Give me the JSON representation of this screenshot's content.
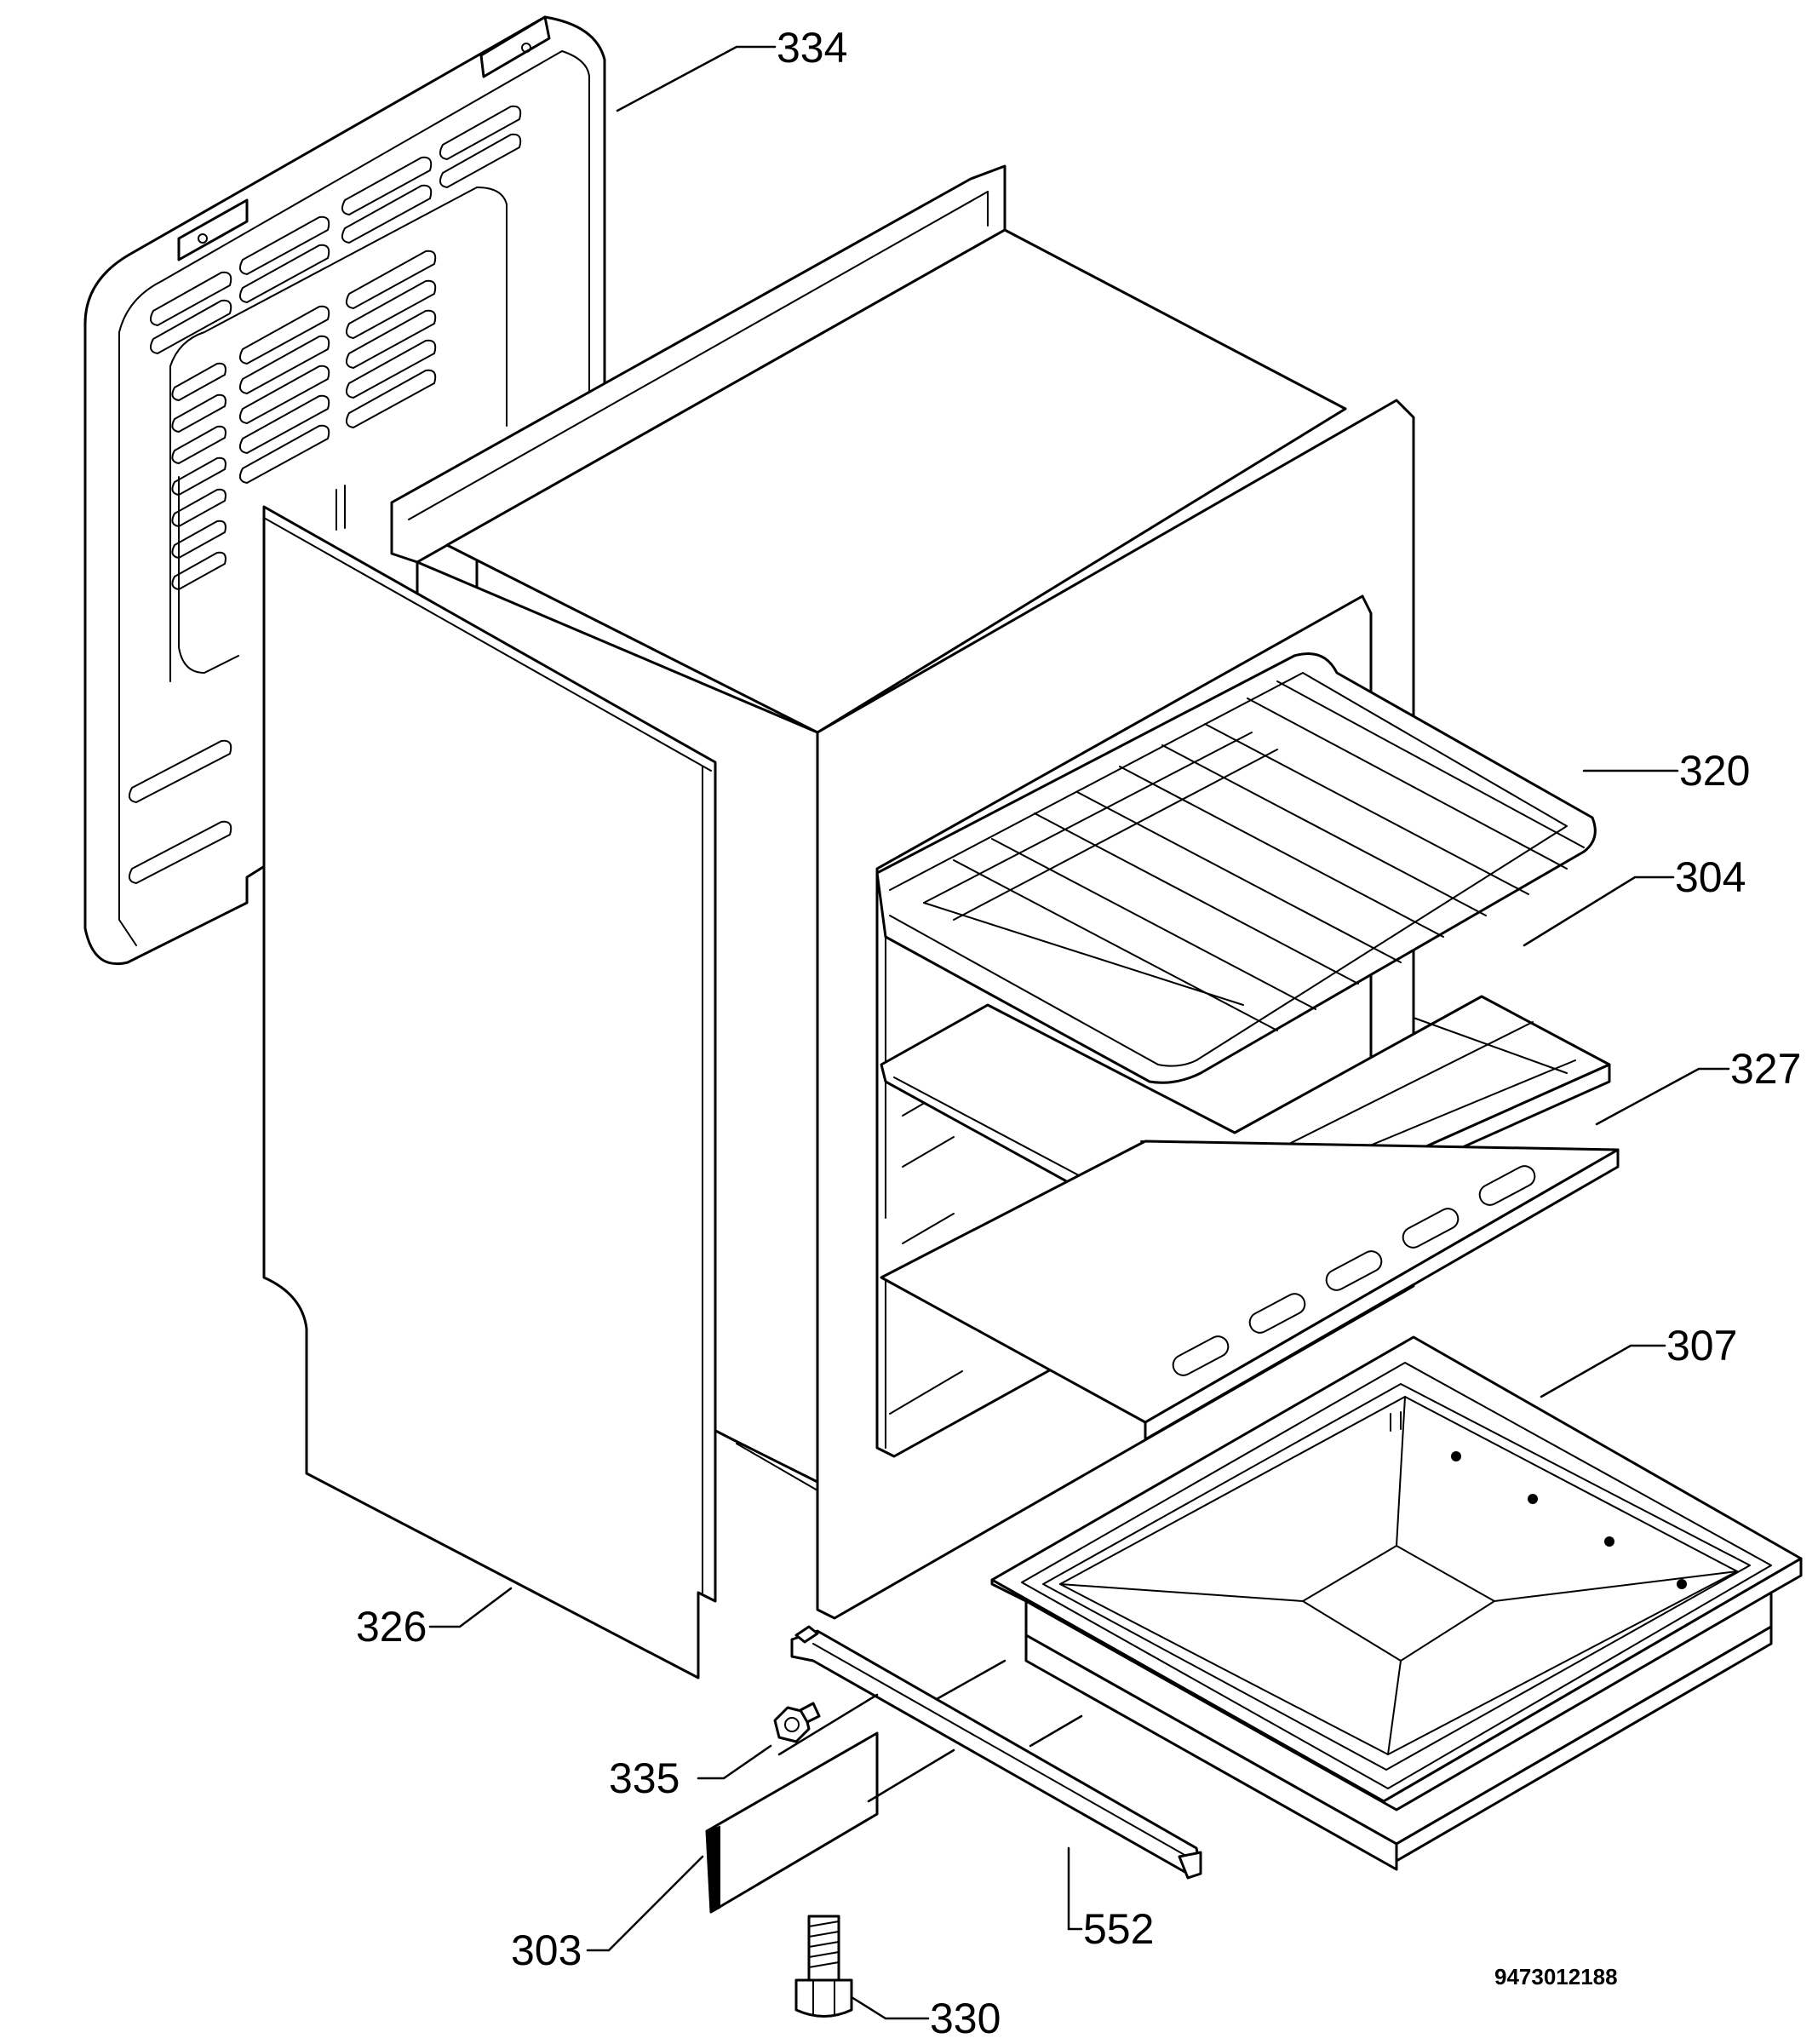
{
  "callouts": {
    "c334": "334",
    "c320": "320",
    "c304": "304",
    "c327": "327",
    "c307": "307",
    "c326": "326",
    "c335": "335",
    "c303": "303",
    "c552": "552",
    "c330": "330"
  },
  "document_number": "9473012188"
}
